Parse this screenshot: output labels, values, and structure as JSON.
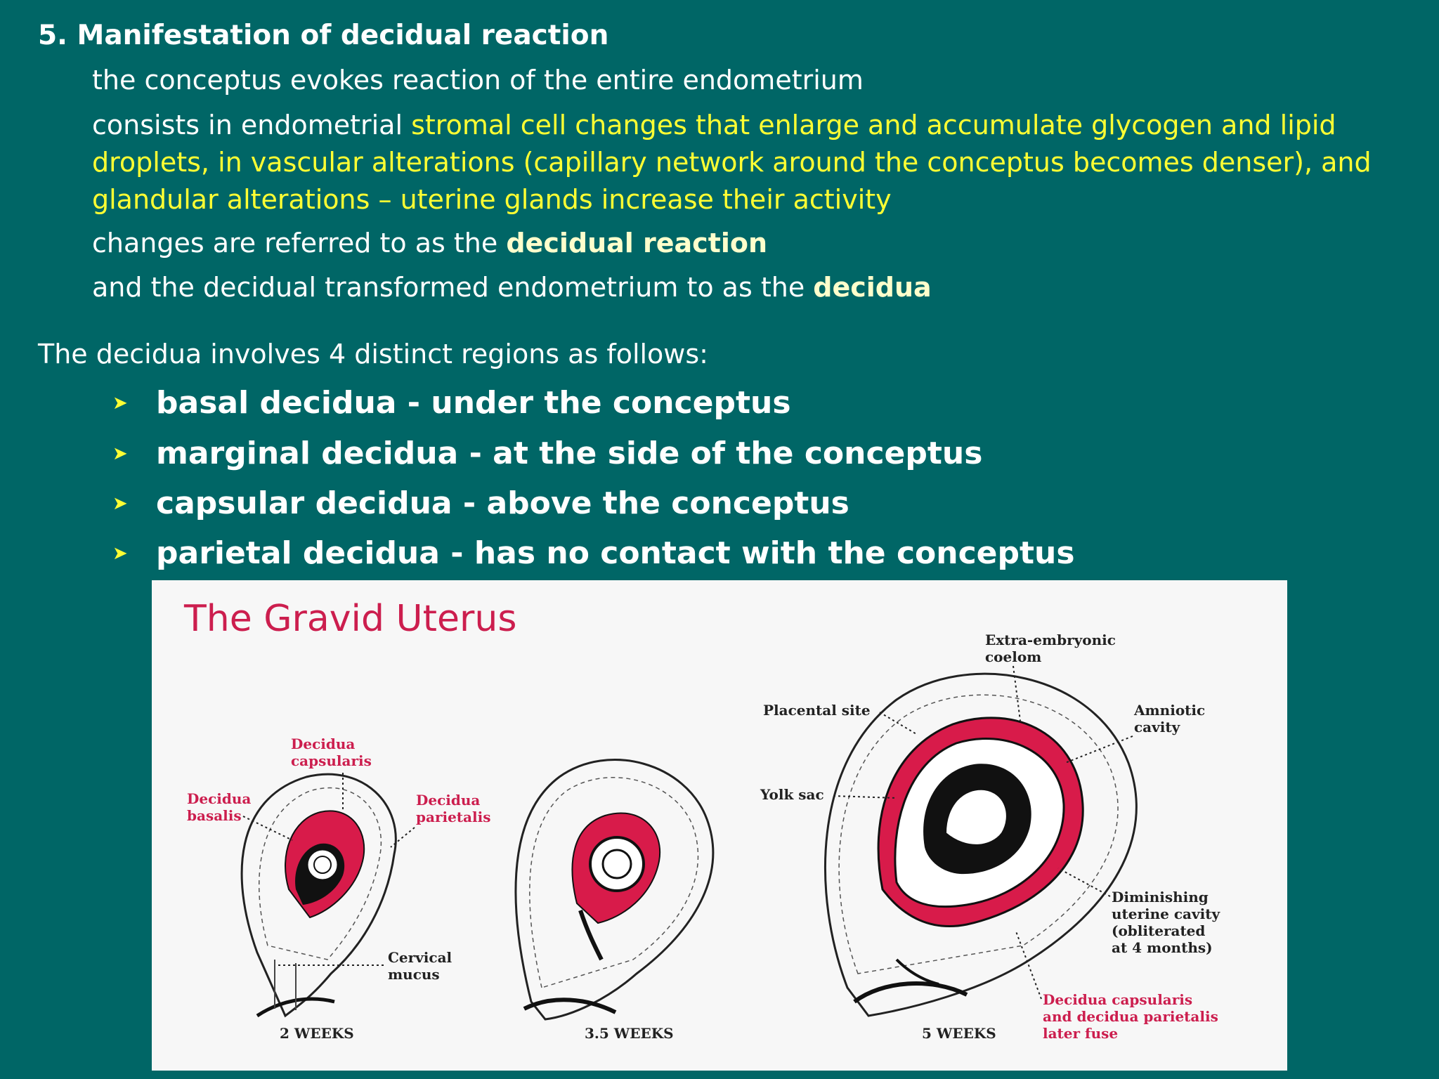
{
  "heading": "5. Manifestation of decidual reaction",
  "p1": "the conceptus evokes reaction of the entire endometrium",
  "p2": {
    "lead": "consists in endometrial ",
    "highlight": "stromal cell changes that enlarge and accumulate glycogen and lipid droplets, in vascular alterations (capillary network around the conceptus becomes denser), and glandular alterations – uterine glands increase their activity"
  },
  "p3": {
    "lead": "changes are referred to as the ",
    "term": "decidual reaction"
  },
  "p4": {
    "lead": "and the decidual transformed endometrium to as the ",
    "term": "decidua"
  },
  "intro": "The decidua involves 4 distinct regions as follows:",
  "bullets": [
    "basal decidua - under the conceptus",
    "marginal decidua - at the side of the conceptus",
    "capsular decidua - above the conceptus",
    "parietal decidua - has no contact with the conceptus"
  ],
  "figure": {
    "title": "The Gravid Uterus",
    "labels": {
      "capsularis_1": "Decidua",
      "capsularis_2": "capsularis",
      "basalis_1": "Decidua",
      "basalis_2": "basalis",
      "parietalis_1": "Decidua",
      "parietalis_2": "parietalis",
      "cervical_1": "Cervical",
      "cervical_2": "mucus",
      "extra_1": "Extra-embryonic",
      "extra_2": "coelom",
      "placental": "Placental site",
      "amniotic_1": "Amniotic",
      "amniotic_2": "cavity",
      "yolk": "Yolk sac",
      "dim_1": "Diminishing",
      "dim_2": "uterine cavity",
      "dim_3": "(obliterated",
      "dim_4": "at 4 months)",
      "fuse_1": "Decidua capsularis",
      "fuse_2": "and decidua parietalis",
      "fuse_3": "later fuse"
    },
    "weeks": [
      "2 WEEKS",
      "3.5 WEEKS",
      "5 WEEKS"
    ]
  },
  "colors": {
    "background": "#006666",
    "highlight": "#ffff33",
    "term": "#ffffcc",
    "figure_pink": "#cc1e4e"
  }
}
